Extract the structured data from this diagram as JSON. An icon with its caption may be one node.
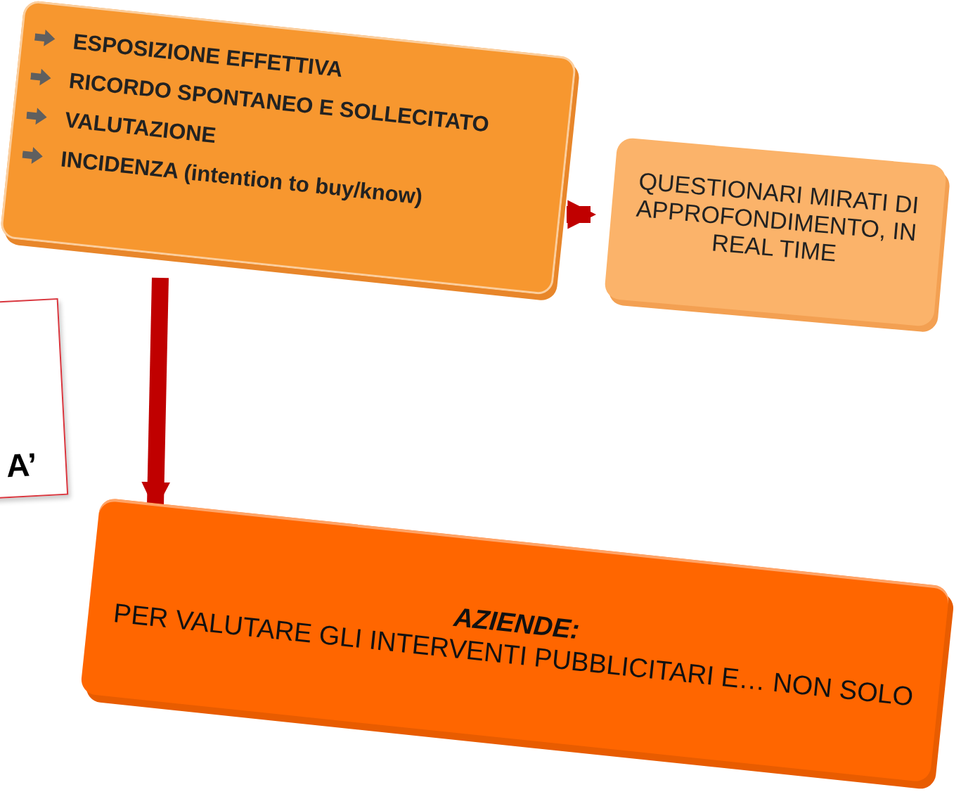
{
  "diagram": {
    "nodes": [
      {
        "text": [
          "ESPOSIZIONE EFFETTIVA",
          "RICORDO SPONTANEO E SOLLECITATO",
          "VALUTAZIONE",
          "INCIDENZA (intention to buy/know)"
        ]
      },
      {
        "text": [
          "QUESTIONARI MIRATI DI APPROFONDIMENTO, IN REAL TIME"
        ]
      },
      {
        "text": [
          "AZIENDE:",
          "PER VALUTARE GLI INTERVENTI PUBBLICITARI E… NON SOLO"
        ]
      },
      {
        "text": [
          "A’"
        ]
      }
    ],
    "edges": [
      {
        "from": 0,
        "to": 1,
        "arrow": "to"
      },
      {
        "from": 0,
        "to": 2,
        "arrow": "to"
      }
    ]
  }
}
